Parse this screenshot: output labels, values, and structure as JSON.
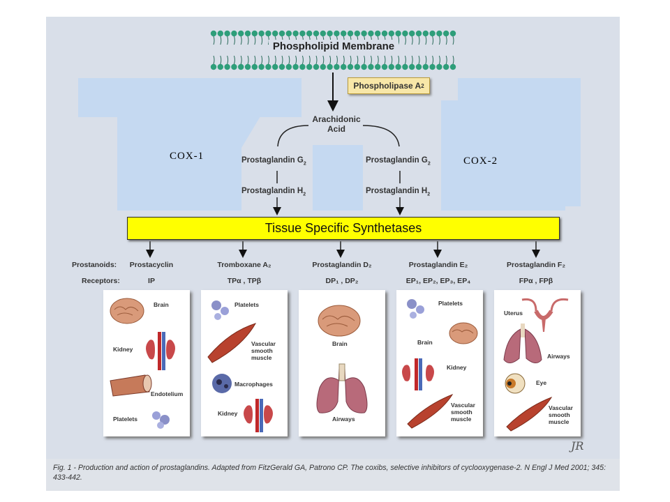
{
  "membrane": {
    "title": "Phospholipid Membrane"
  },
  "enzyme": {
    "label": "Phospholipase A",
    "sub": "2"
  },
  "arachidonic": {
    "line1": "Arachidonic",
    "line2": "Acid"
  },
  "left_branch": {
    "g2": "Prostaglandin G",
    "h2": "Prostaglandin H",
    "sub": "2"
  },
  "right_branch": {
    "g2": "Prostaglandin G",
    "h2": "Prostaglandin H",
    "sub": "2"
  },
  "cox": {
    "cox1": "COX-1",
    "cox2": "COX-2"
  },
  "synthetases": {
    "label": "Tissue Specific Synthetases"
  },
  "rows": {
    "prostanoids": "Prostanoids:",
    "receptors": "Receptors:"
  },
  "columns": [
    {
      "prostanoid": "Prostacyclin",
      "receptor": "IP"
    },
    {
      "prostanoid": "Tromboxane A₂",
      "receptor": "TPα , TPβ"
    },
    {
      "prostanoid": "Prostaglandin D₂",
      "receptor": "DP₁ , DP₂"
    },
    {
      "prostanoid": "Prostaglandin E₂",
      "receptor": "EP₁, EP₂, EP₃, EP₄"
    },
    {
      "prostanoid": "Prostaglandin F₂",
      "receptor": "FPα , FPβ"
    }
  ],
  "cards": [
    {
      "organs": [
        "Brain",
        "Kidney",
        "Endotelium",
        "Platelets"
      ]
    },
    {
      "organs": [
        "Platelets",
        "Vascular smooth muscle",
        "Macrophages",
        "Kidney"
      ]
    },
    {
      "organs": [
        "Brain",
        "Airways"
      ]
    },
    {
      "organs": [
        "Platelets",
        "Brain",
        "Kidney",
        "Vascular smooth muscle"
      ]
    },
    {
      "organs": [
        "Uterus",
        "Airways",
        "Eye",
        "Vascular smooth muscle"
      ]
    }
  ],
  "signature": "JR",
  "caption": "Fig. 1 - Production and action of prostaglandins. Adapted from FitzGerald GA, Patrono CP. The coxibs, selective inhibitors of cyclooxygenase-2. N Engl J Med 2001; 345: 433-442.",
  "colors": {
    "cox_overlay": "#c5d9f1",
    "synthetase_bar": "#ffff00",
    "background": "#d9dfe9",
    "membrane": "#2e9e7a"
  }
}
